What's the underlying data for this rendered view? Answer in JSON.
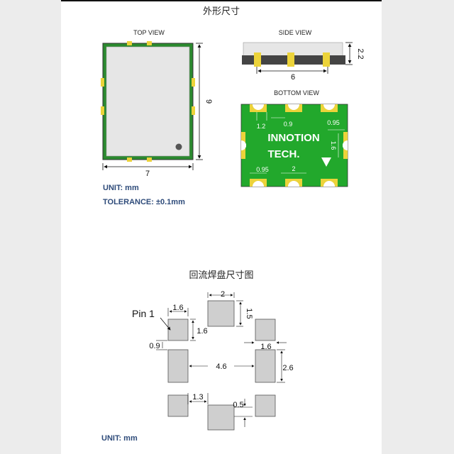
{
  "section_titles": {
    "outline": "外形尺寸",
    "reflow": "回流焊盘尺寸图"
  },
  "views": {
    "top": "TOP VIEW",
    "side": "SIDE VIEW",
    "bottom": "BOTTOM VIEW"
  },
  "outline_dimensions": {
    "width": "7",
    "height": "9",
    "side_length": "6",
    "side_height": "2.2"
  },
  "bottom_view": {
    "brand_line1": "INNOTION",
    "brand_line2": "TECH.",
    "dims": {
      "pad_w": "1.2",
      "gap": "0.9",
      "edge": "0.95",
      "pad_h": "1.6",
      "edge2": "0.95",
      "pitch": "2"
    }
  },
  "notes": {
    "unit": "UNIT: mm",
    "tolerance": "TOLERANCE: ±0.1mm",
    "unit2": "UNIT: mm"
  },
  "land_pattern": {
    "pin_label": "Pin 1",
    "dims": {
      "top_w": "2",
      "top_h": "1.5",
      "pin_w": "1.6",
      "pin_h": "1.6",
      "gap_left": "0.9",
      "center": "4.6",
      "right_w": "1.6",
      "right_h": "2.6",
      "bottom_gap": "1.3",
      "bottom_off": "0.5"
    }
  },
  "colors": {
    "pcb": "#22a82c",
    "pad": "#ecd33a",
    "body": "#e6e6e6",
    "land": "#cfcfcf"
  }
}
